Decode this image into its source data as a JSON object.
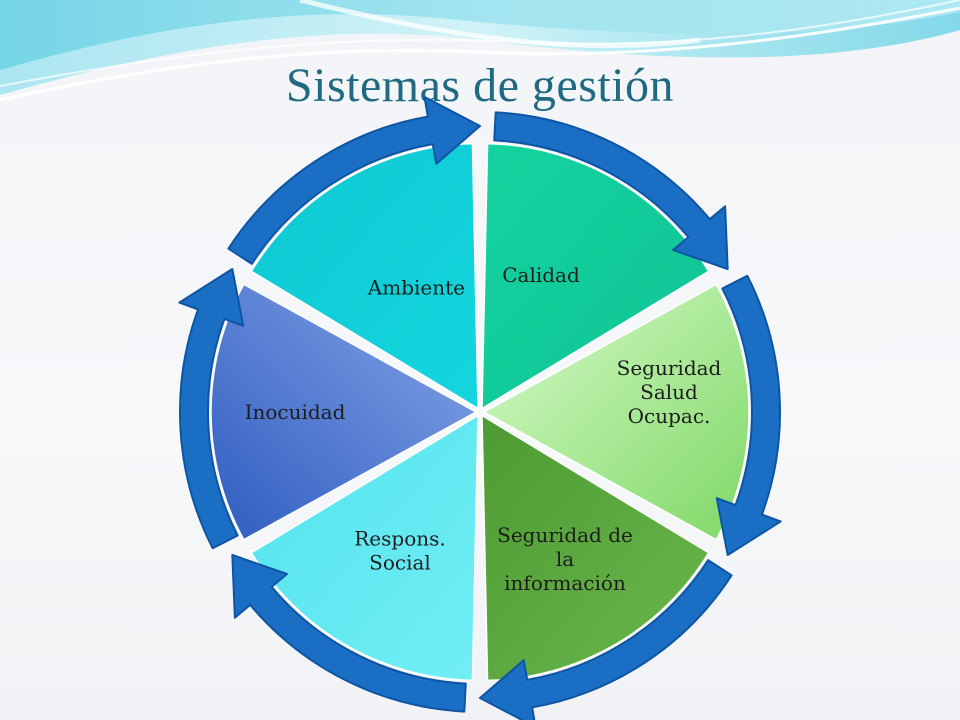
{
  "slide": {
    "title": "Sistemas de gestión"
  },
  "diagram": {
    "type": "cycle",
    "segments": [
      {
        "id": "calidad",
        "lines": [
          "Calidad"
        ],
        "color": "#12cf9c"
      },
      {
        "id": "seguridad-salud",
        "lines": [
          "Seguridad",
          "Salud",
          "Ocupac."
        ],
        "color": "#a9e98e"
      },
      {
        "id": "seguridad-informacion",
        "lines": [
          "Seguridad de",
          "la",
          "información"
        ],
        "color": "#5aa83c"
      },
      {
        "id": "respons-social",
        "lines": [
          "Respons.",
          "Social"
        ],
        "color": "#5ae8f0"
      },
      {
        "id": "inocuidad",
        "lines": [
          "Inocuidad"
        ],
        "color": "#4f78d4"
      },
      {
        "id": "ambiente",
        "lines": [
          "Ambiente"
        ],
        "color": "#10cfd8"
      }
    ],
    "arrow_color": "#1a6fc4",
    "arrow_edge_color": "#0d55a3"
  }
}
